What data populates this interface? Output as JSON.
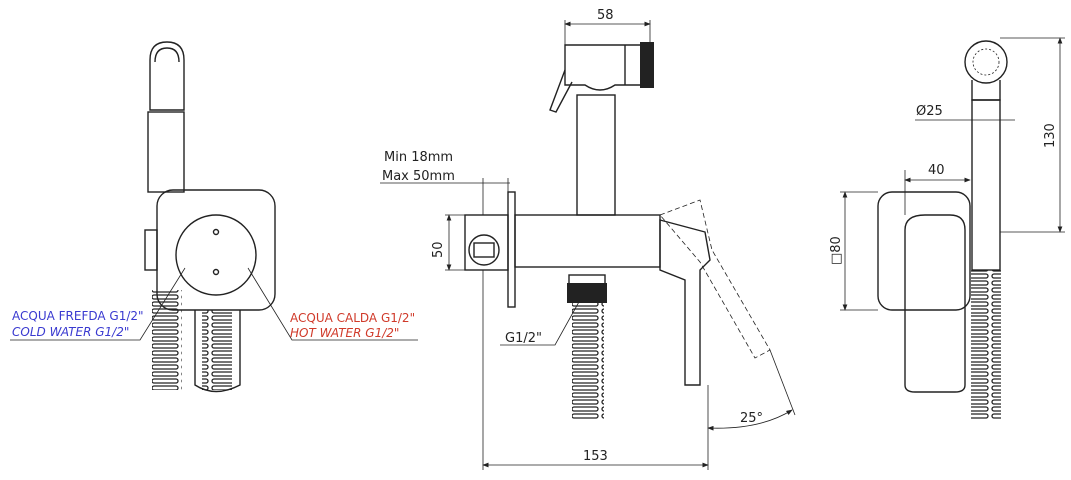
{
  "labels": {
    "cold_it": "ACQUA FREFDA G1/2\"",
    "cold_en": "COLD WATER G1/2\"",
    "hot_it": "ACQUA CALDA G1/2\"",
    "hot_en": "HOT WATER G1/2\"",
    "min_depth": "Min 18mm",
    "max_depth": "Max 50mm",
    "inlet_thread": "G1/2\""
  },
  "dimensions": {
    "head_width": "58",
    "body_height": "50",
    "total_length": "153",
    "lever_angle": "25°",
    "head_diameter": "Ø25",
    "total_height": "130",
    "offset": "40",
    "plate_size": "□80"
  },
  "colors": {
    "cold": "#3a3ad0",
    "hot": "#d03a2a",
    "line": "#222222"
  }
}
